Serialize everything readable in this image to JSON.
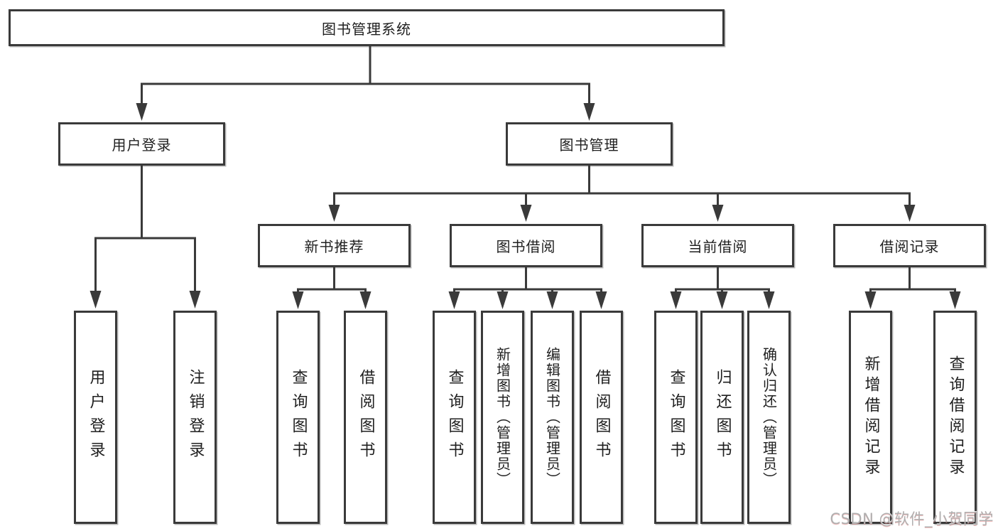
{
  "root": {
    "label": "图书管理系统"
  },
  "branches": {
    "user_login": {
      "label": "用户登录",
      "children": [
        "用户登录",
        "注销登录"
      ]
    },
    "book_management": {
      "label": "图书管理",
      "sections": {
        "new_book_recommend": {
          "label": "新书推荐",
          "children": [
            "查询图书",
            "借阅图书"
          ]
        },
        "book_borrowing": {
          "label": "图书借阅",
          "children": [
            "查询图书",
            "新增图书（管理员）",
            "编辑图书（管理员）",
            "借阅图书"
          ]
        },
        "current_borrowing": {
          "label": "当前借阅",
          "children": [
            "查询图书",
            "归还图书",
            "确认归还（管理员）"
          ]
        },
        "borrowing_records": {
          "label": "借阅记录",
          "children": [
            "新增借阅记录",
            "查询借阅记录"
          ]
        }
      }
    }
  },
  "watermark": {
    "text": "CSDN @软件_小贺同学"
  },
  "colors": {
    "line": "#3a3a3a",
    "box_border": "#3a3a3a",
    "text": "#1f1f1f",
    "background": "#ffffff",
    "watermark": "#b0b0b0"
  }
}
